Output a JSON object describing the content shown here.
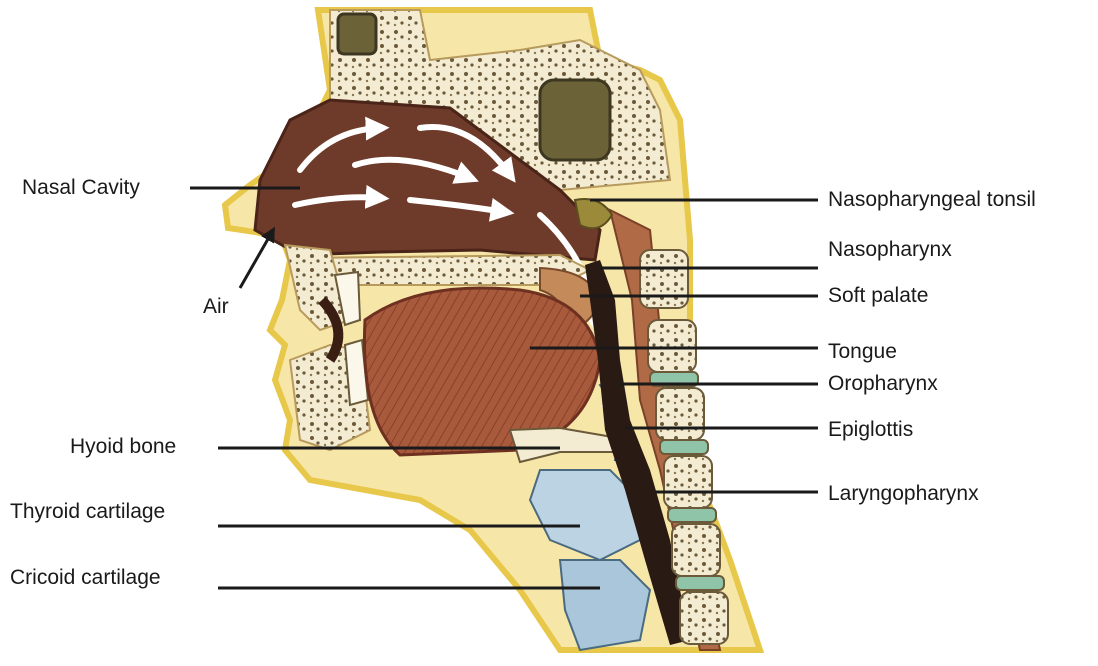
{
  "labels": {
    "nasal_cavity": "Nasal Cavity",
    "air": "Air",
    "hyoid_bone": "Hyoid bone",
    "thyroid_cartilage": "Thyroid cartilage",
    "cricoid_cartilage": "Cricoid cartilage",
    "nasopharyngeal_tonsil": "Nasopharyngeal tonsil",
    "nasopharynx": "Nasopharynx",
    "soft_palate": "Soft palate",
    "tongue": "Tongue",
    "oropharynx": "Oropharynx",
    "epiglottis": "Epiglottis",
    "laryngopharynx": "Laryngopharynx"
  },
  "colors": {
    "skin_outline": "#e8c84a",
    "bone": "#f3ecd2",
    "cavity": "#6e3a2a",
    "tongue_muscle": "#a85a3c",
    "cartilage": "#bcd3e3",
    "disc": "#8fc4a8",
    "airway": "#2a1a14",
    "leader": "#1a1a1a"
  }
}
